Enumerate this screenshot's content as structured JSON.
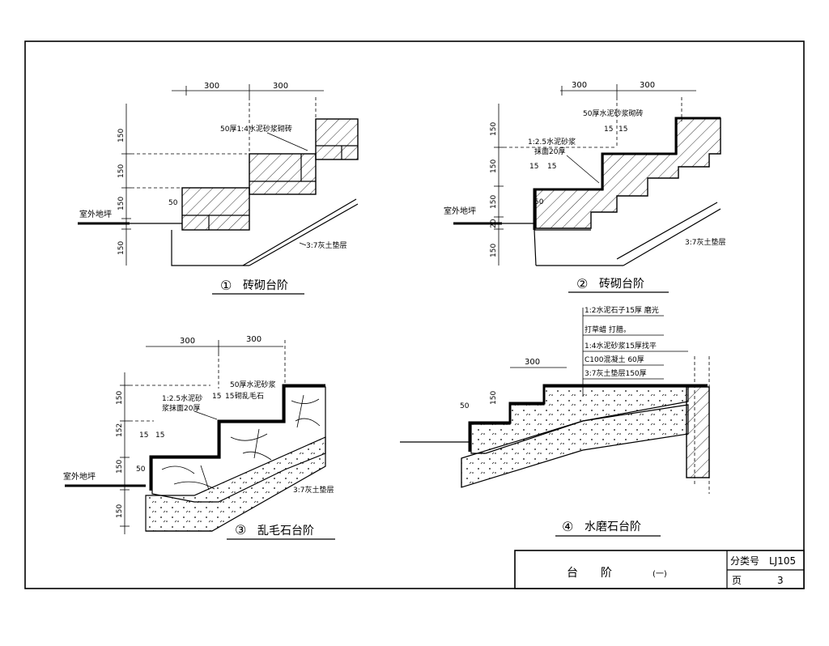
{
  "title_block": {
    "title": "台　　阶",
    "suffix": "(一)",
    "code_label": "分类号",
    "code_value": "LJ105",
    "page_label": "页",
    "page_value": "3"
  },
  "d1": {
    "caption_num": "①",
    "caption": "砖砌台阶",
    "dim_top_left": "300",
    "dim_top_right": "300",
    "note_mortar": "50厚1:4水泥砂浆砌砖",
    "label_floor": "室外地坪",
    "label_base": "3:7灰土垫层",
    "dim_v1": "150",
    "dim_v2": "150",
    "dim_v3": "150",
    "dim_v4": "150",
    "dim_50": "50"
  },
  "d2": {
    "caption_num": "②",
    "caption": "砖砌台阶",
    "dim_top_left": "300",
    "dim_top_right": "300",
    "note_mortar": "50厚水泥砂浆砌砖",
    "note_face": "1:2.5水泥砂浆",
    "note_face2": "抹面20厚",
    "dim_15a": "15",
    "dim_15b": "15",
    "dim_15c": "15",
    "dim_15d": "15",
    "label_floor": "室外地坪",
    "label_base": "3:7灰土垫层",
    "dim_v1": "150",
    "dim_v2": "150",
    "dim_v3": "150",
    "dim_v4": "150",
    "dim_50": "50",
    "dim_20": "20"
  },
  "d3": {
    "caption_num": "③",
    "caption": "乱毛石台阶",
    "dim_top_left": "300",
    "dim_top_right": "300",
    "note_mortar": "50厚水泥砂浆",
    "note_stone": "砌乱毛石",
    "note_face": "1:2.5水泥砂",
    "note_face2": "浆抹面20厚",
    "dim_15a": "15",
    "dim_15b": "15",
    "dim_15c": "15",
    "dim_15d": "15",
    "label_floor": "室外地坪",
    "label_base": "3:7灰土垫层",
    "dim_v1": "150",
    "dim_v2": "152",
    "dim_v3": "150",
    "dim_v4": "150",
    "dim_50": "50"
  },
  "d4": {
    "caption_num": "④",
    "caption": "水磨石台阶",
    "dim_top": "300",
    "dim_50": "50",
    "dim_v1": "150",
    "notes": [
      "1:2水泥石子15厚 磨光",
      "打草蜡 打腊。",
      "1:4水泥砂浆15厚找平",
      "C100混凝土 60厚",
      "3:7灰土垫层150厚"
    ]
  }
}
